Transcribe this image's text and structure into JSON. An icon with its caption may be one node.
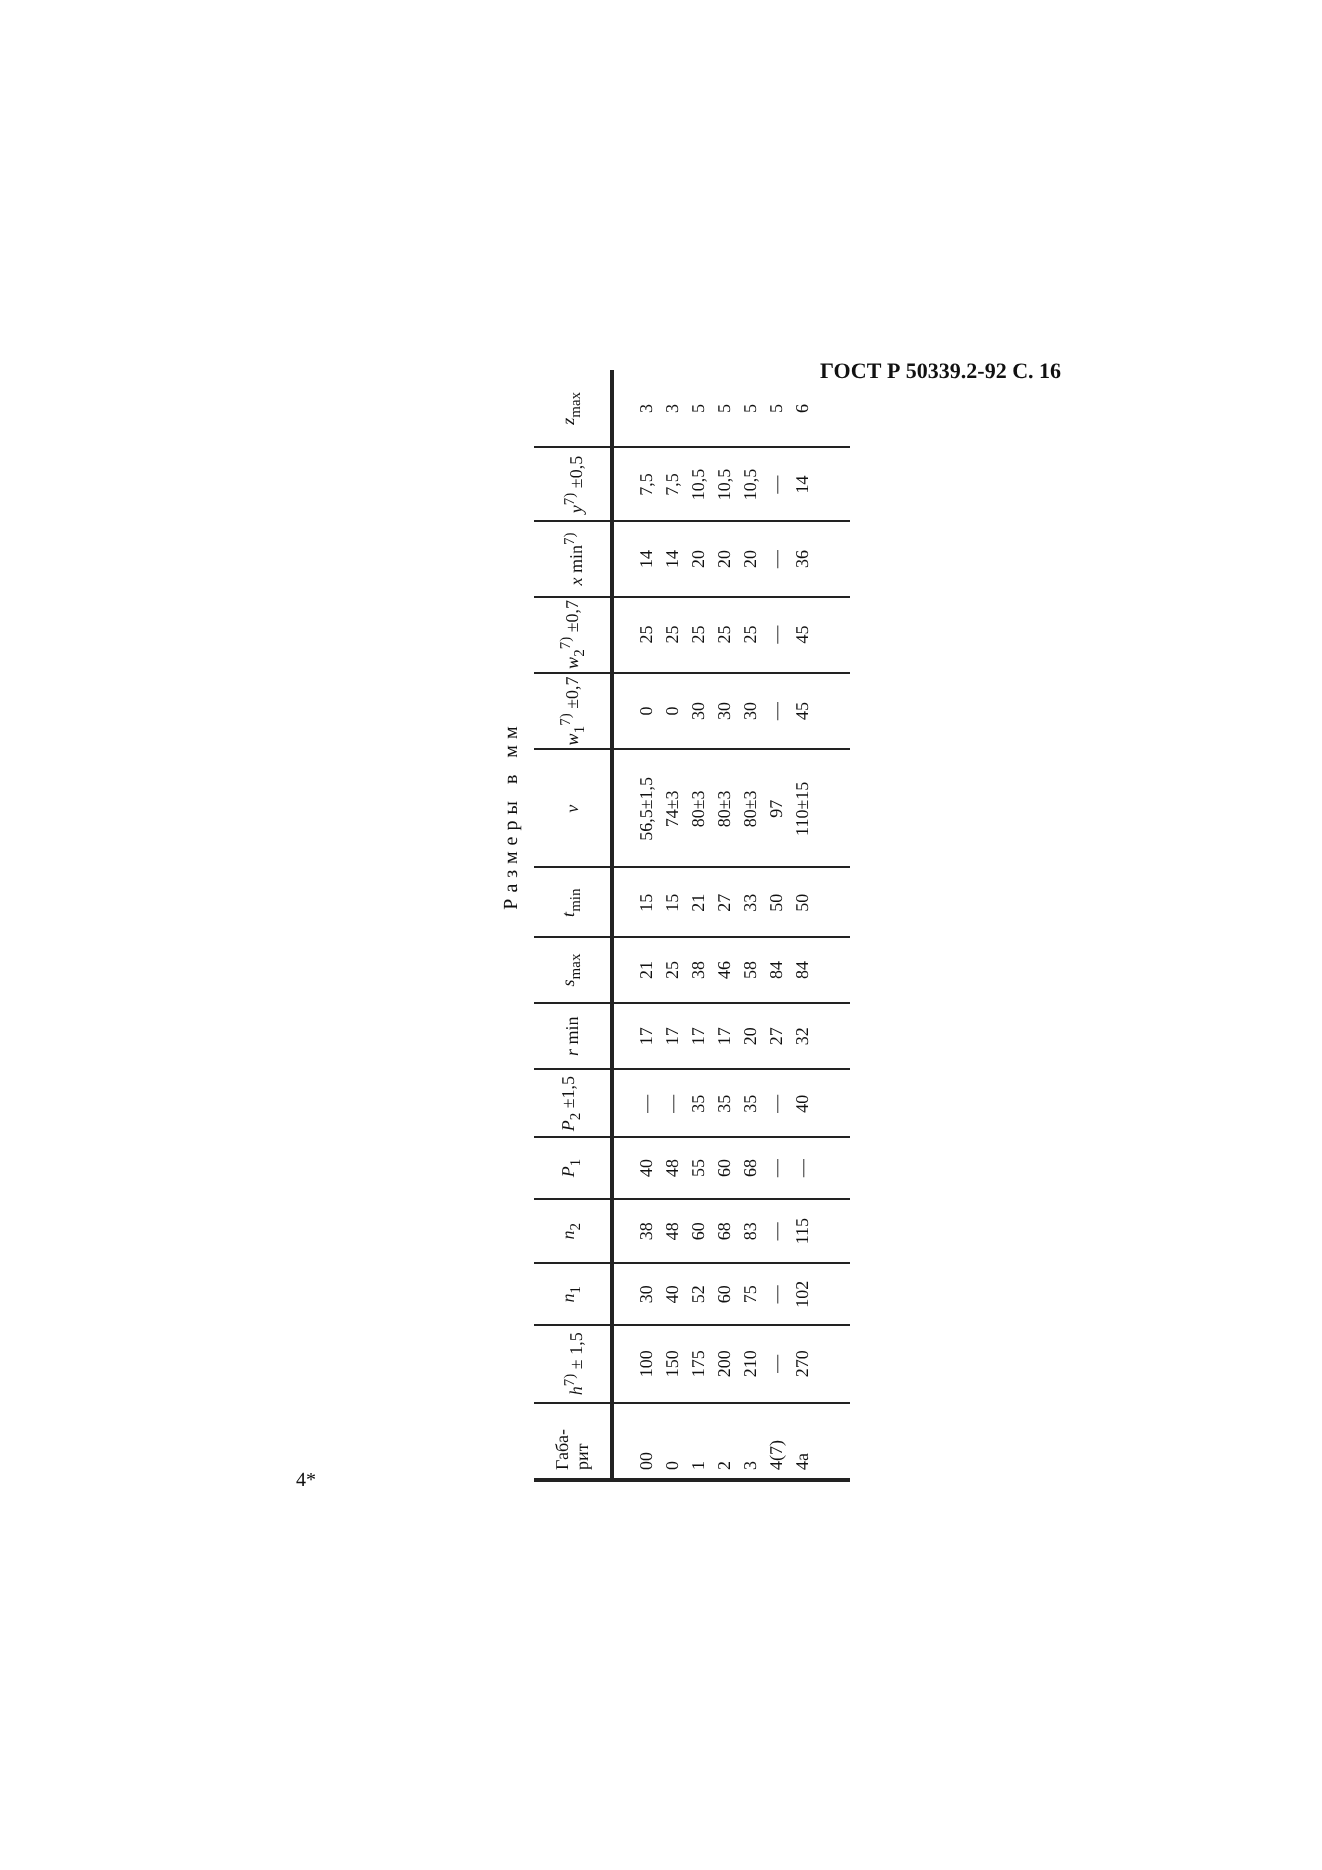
{
  "diagram": {
    "labels": [
      "ГОСТ Р 50339.2-92 С. 16",
      "Размеры в мм",
      "Габа-рит",
      "*h*$^{7)}$ ± 1,5",
      "*n*$_{1}$",
      "*n*$_{2}$",
      "*P*$_{1}$",
      "*P*$_{2}$ ±1,5",
      "*r* min",
      "*s*$_{max}$",
      "*t*$_{min}$",
      "*v*",
      "*w*$_{1}$$^{7)}$ ±0,7",
      "*w*$_{2}$$^{7)}$ ±0,7",
      "*x* min$^{7)}$",
      "*y*$^{7)}$ ±0,5",
      "*z*$_{max}$",
      "00",
      "100",
      "30",
      "38",
      "40",
      "—",
      "17",
      "21",
      "15",
      "56,5±1,5",
      "0",
      "25",
      "14",
      "7,5",
      "3",
      "0",
      "150",
      "40",
      "48",
      "48",
      "—",
      "17",
      "25",
      "15",
      "74±3",
      "0",
      "25",
      "14",
      "7,5",
      "3",
      "1",
      "175",
      "52",
      "60",
      "55",
      "35",
      "17",
      "38",
      "21",
      "80±3",
      "30",
      "25",
      "20",
      "10,5",
      "5",
      "2",
      "200",
      "60",
      "68",
      "60",
      "35",
      "17",
      "46",
      "27",
      "80±3",
      "30",
      "25",
      "20",
      "10,5",
      "5",
      "3",
      "210",
      "75",
      "83",
      "68",
      "35",
      "20",
      "58",
      "33",
      "80±3",
      "30",
      "25",
      "20",
      "10,5",
      "5",
      "4(7)",
      "—",
      "—",
      "—",
      "—",
      "—",
      "27",
      "84",
      "50",
      "97",
      "—",
      "—",
      "—",
      "—",
      "5",
      "4а",
      "270",
      "102",
      "115",
      "—",
      "40",
      "32",
      "84",
      "50",
      "110±15",
      "45",
      "45",
      "36",
      "14",
      "6",
      "4*"
    ]
  }
}
